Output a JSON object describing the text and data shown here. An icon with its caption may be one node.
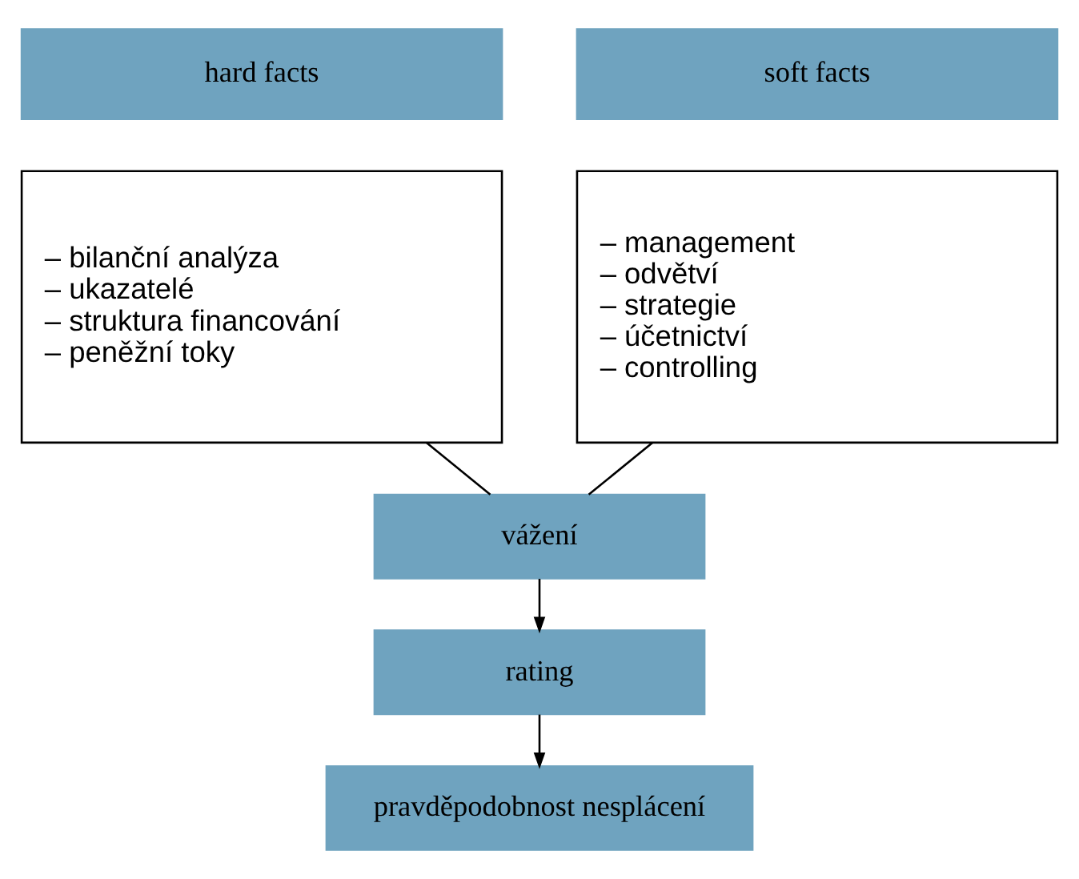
{
  "diagram": {
    "nodes": [
      {
        "text": [
          "hard facts"
        ]
      },
      {
        "text": [
          "– bilanční analýza",
          "– ukazatelé",
          "– struktura financování",
          "– peněžní toky"
        ]
      },
      {
        "text": [
          "soft facts"
        ]
      },
      {
        "text": [
          "– management",
          "– odvětví",
          "– strategie",
          "– účetnictví",
          "– controlling"
        ]
      },
      {
        "text": [
          "vážení"
        ]
      },
      {
        "text": [
          "rating"
        ]
      },
      {
        "text": [
          "pravděpodobnost nesplácení"
        ]
      }
    ],
    "edges": [
      {
        "from": 1,
        "to": 4,
        "arrow": "none"
      },
      {
        "from": 3,
        "to": 4,
        "arrow": "none"
      },
      {
        "from": 4,
        "to": 5,
        "arrow": "to"
      },
      {
        "from": 5,
        "to": 6,
        "arrow": "to"
      }
    ]
  }
}
